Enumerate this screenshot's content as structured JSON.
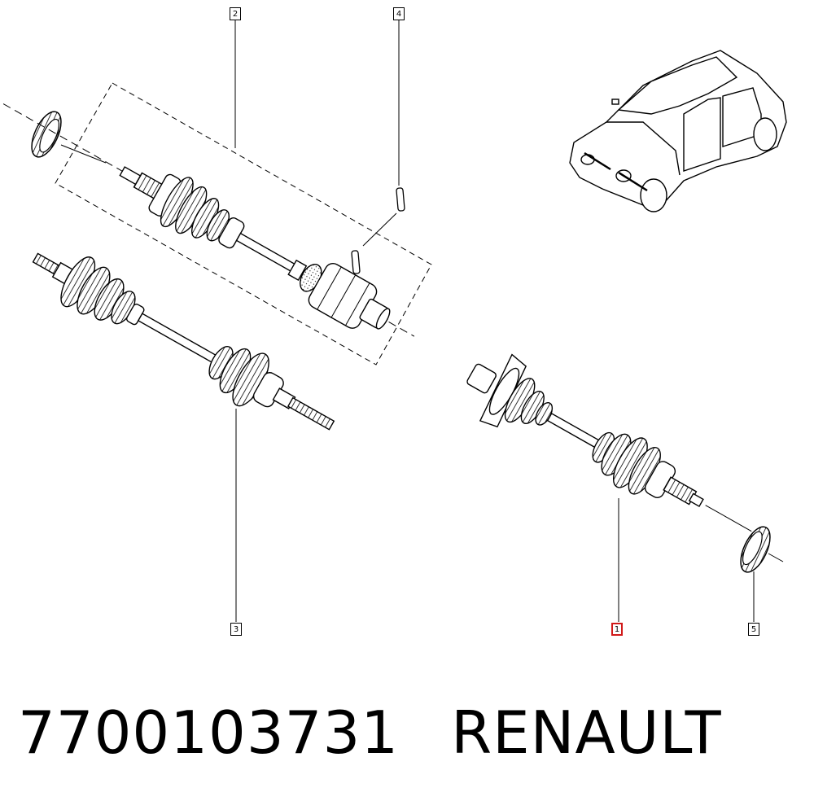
{
  "callouts": {
    "c1": "1",
    "c2": "2",
    "c3": "3",
    "c4": "4",
    "c5": "5"
  },
  "footer": {
    "part_number": "7700103731",
    "brand": "RENAULT"
  },
  "colors": {
    "line": "#000000",
    "highlight": "#d11a1a",
    "background": "#ffffff"
  }
}
